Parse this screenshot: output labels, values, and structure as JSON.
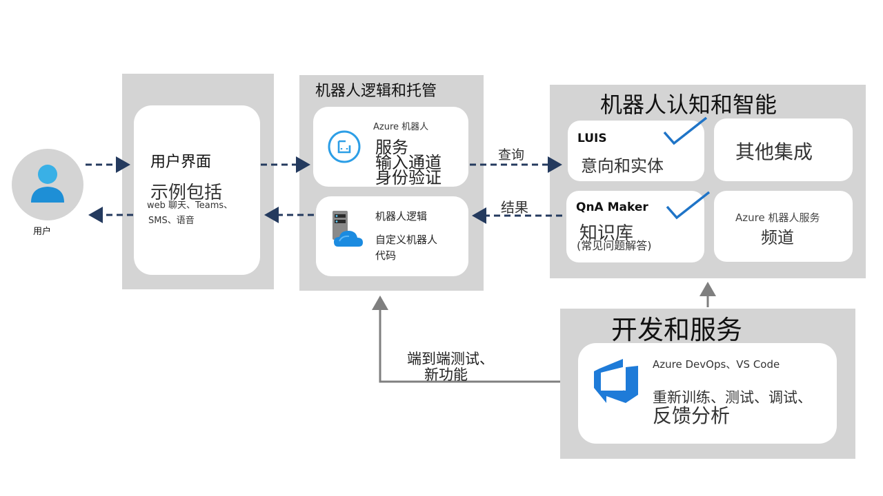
{
  "user": {
    "label": "用户"
  },
  "ui_panel": {
    "title": "用户界面",
    "examples_heading": "示例包括",
    "examples_line1": "web 聊天、Teams、",
    "examples_line2": "SMS、语音"
  },
  "bot_logic_panel": {
    "title": "机器人逻辑和托管",
    "azure_bot_card": {
      "subtitle": "Azure 机器人",
      "line1": "服务",
      "line2": "输入通道",
      "line3": "身份验证"
    },
    "bot_logic_card": {
      "title": "机器人逻辑",
      "line1": "自定义机器人",
      "line2": "代码"
    }
  },
  "connectors": {
    "query_label": "查询",
    "result_label": "结果",
    "e2e_line1": "端到端测试、",
    "e2e_line2": "新功能"
  },
  "cognition_panel": {
    "title": "机器人认知和智能",
    "luis_card": {
      "title": "LUIS",
      "subtitle": "意向和实体"
    },
    "other_card": {
      "title": "其他集成"
    },
    "qna_card": {
      "title": "QnA Maker",
      "subtitle": "知识库",
      "note": "(常见问题解答)"
    },
    "channels_card": {
      "line1": "Azure 机器人服务",
      "line2": "频道"
    }
  },
  "dev_panel": {
    "title": "开发和服务",
    "card": {
      "line1": "Azure  DevOps、VS Code",
      "line2": "重新训练、测试、调试、",
      "line3": "反馈分析"
    }
  },
  "colors": {
    "panel": "#d4d4d4",
    "arrow_dark": "#243a5e",
    "arrow_gray": "#7f7f7f",
    "check": "#1f74c7"
  },
  "icons": [
    "user-avatar-icon",
    "azure-bot-icon",
    "server-cloud-icon",
    "check-icon",
    "azure-devops-icon"
  ]
}
